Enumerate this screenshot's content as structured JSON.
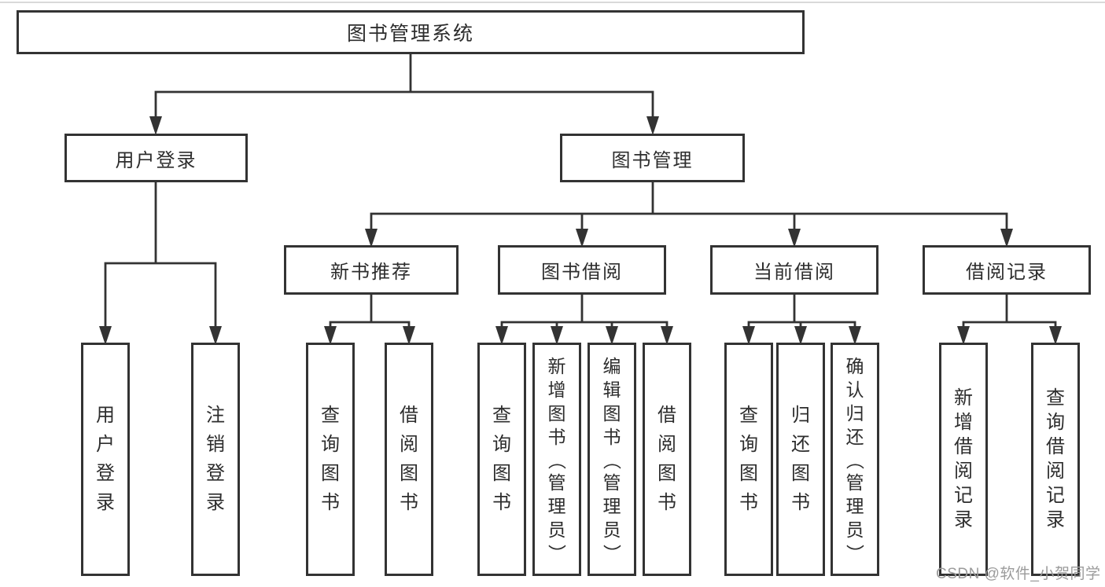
{
  "page": {
    "background": "#ffffff",
    "line_color": "#333333",
    "text_color": "#2d2d2d",
    "watermark_color": "#9b9b9b"
  },
  "tree": {
    "label": "图书管理系统",
    "children": [
      {
        "label": "用户登录",
        "children": [
          {
            "label": "用户登录"
          },
          {
            "label": "注销登录"
          }
        ]
      },
      {
        "label": "图书管理",
        "children": [
          {
            "label": "新书推荐",
            "children": [
              {
                "label": "查询图书"
              },
              {
                "label": "借阅图书"
              }
            ]
          },
          {
            "label": "图书借阅",
            "children": [
              {
                "label": "查询图书"
              },
              {
                "label": "新增图书（管理员）"
              },
              {
                "label": "编辑图书（管理员）"
              },
              {
                "label": "借阅图书"
              }
            ]
          },
          {
            "label": "当前借阅",
            "children": [
              {
                "label": "查询图书"
              },
              {
                "label": "归还图书"
              },
              {
                "label": "确认归还（管理员）"
              }
            ]
          },
          {
            "label": "借阅记录",
            "children": [
              {
                "label": "新增借阅记录"
              },
              {
                "label": "查询借阅记录"
              }
            ]
          }
        ]
      }
    ]
  },
  "watermark": {
    "text": "CSDN @软件_小贺同学"
  }
}
